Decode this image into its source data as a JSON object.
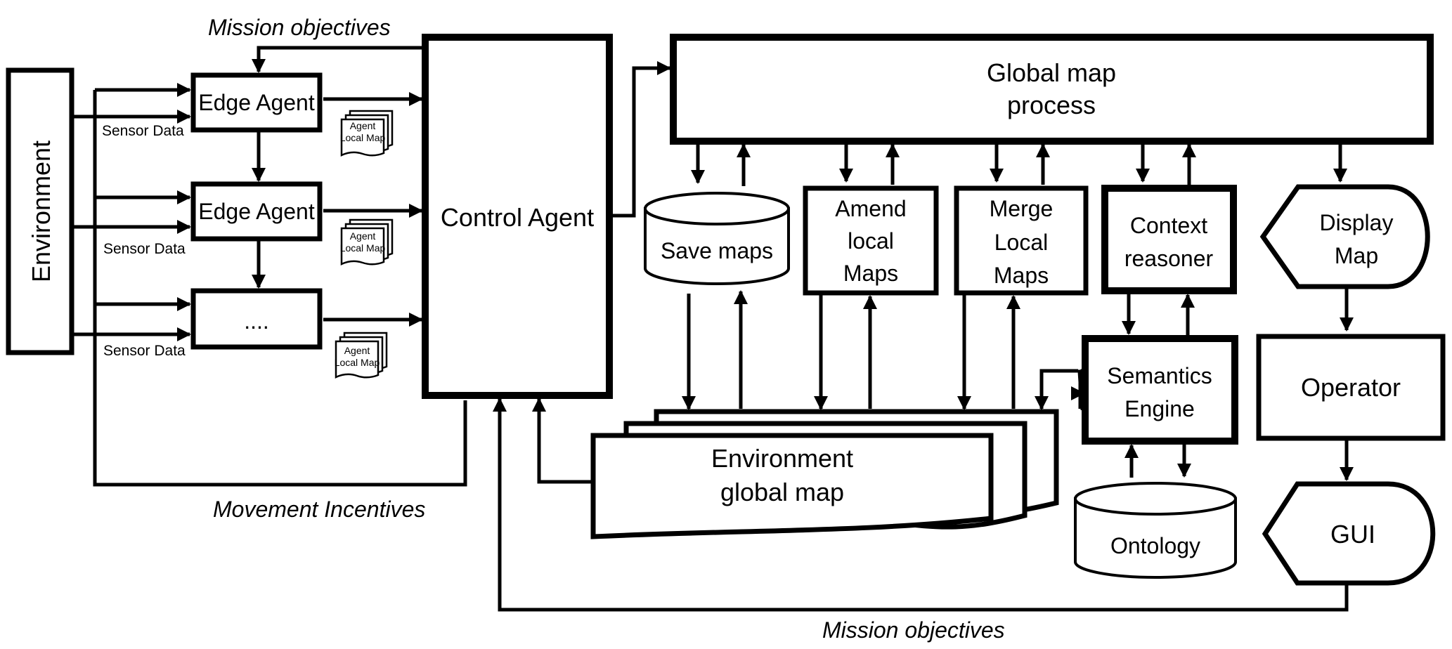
{
  "environment": "Environment",
  "edge_agent_1": "Edge Agent",
  "edge_agent_2": "Edge Agent",
  "edge_agent_3": "....",
  "sensor_data": [
    "Sensor Data",
    "Sensor Data",
    "Sensor Data"
  ],
  "agent_local_map": [
    "Agent",
    "Local Map"
  ],
  "mission_objectives_top": "Mission objectives",
  "mission_objectives_bottom": "Mission objectives",
  "movement_incentives": "Movement Incentives",
  "control_agent": "Control Agent",
  "global_map_process": [
    "Global map",
    "process"
  ],
  "save_maps": "Save maps",
  "amend_local_maps": [
    "Amend",
    "local",
    "Maps"
  ],
  "merge_local_maps": [
    "Merge",
    "Local",
    "Maps"
  ],
  "context_reasoner": [
    "Context",
    "reasoner"
  ],
  "display_map": [
    "Display",
    "Map"
  ],
  "semantics_engine": [
    "Semantics",
    "Engine"
  ],
  "operator": "Operator",
  "environment_global_map": [
    "Environment",
    "global map"
  ],
  "ontology": "Ontology",
  "gui": "GUI"
}
